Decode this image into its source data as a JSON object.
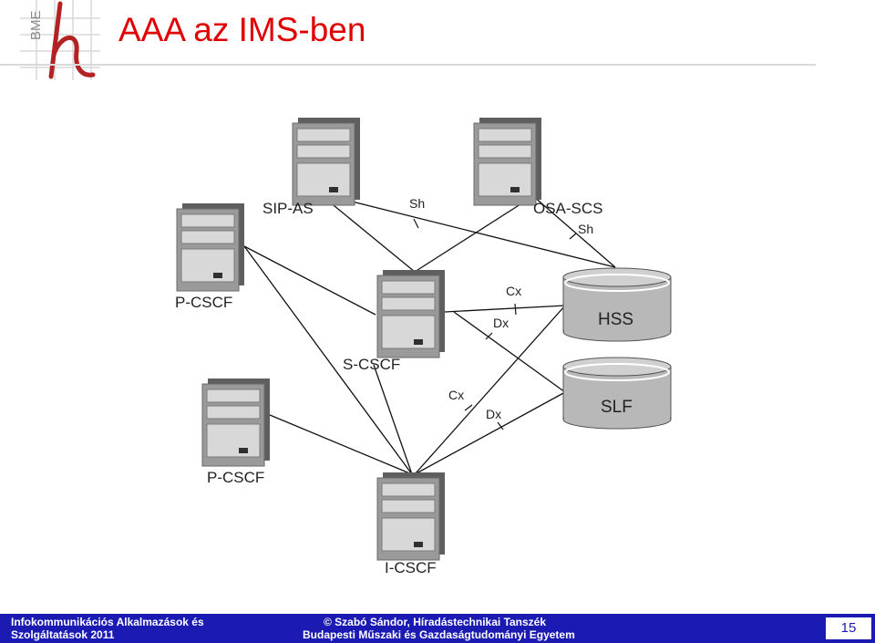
{
  "slide": {
    "title": "AAA az IMS-ben",
    "logo_text": "BME",
    "page_number": "15"
  },
  "diagram": {
    "nodes": {
      "sip_as": "SIP-AS",
      "osa_scs": "OSA-SCS",
      "p_cscf_1": "P-CSCF",
      "s_cscf": "S-CSCF",
      "p_cscf_2": "P-CSCF",
      "i_cscf": "I-CSCF",
      "hss": "HSS",
      "slf": "SLF"
    },
    "interfaces": {
      "sh_sip_as": "Sh",
      "sh_osa_scs": "Sh",
      "cx_s_cscf": "Cx",
      "dx_s_cscf": "Dx",
      "cx_i_cscf": "Cx",
      "dx_i_cscf": "Dx"
    }
  },
  "footer": {
    "left_line1": "Infokommunikációs  Alkalmazások és",
    "left_line2": "Szolgáltatások 2011",
    "center_line1": "©  Szabó Sándor, Híradástechnikai Tanszék",
    "center_line2": "Budapesti Műszaki és Gazdaságtudományi Egyetem"
  },
  "colors": {
    "title": "#e00000",
    "footer_bg": "#1b1bb3",
    "logo": "#b22222"
  }
}
